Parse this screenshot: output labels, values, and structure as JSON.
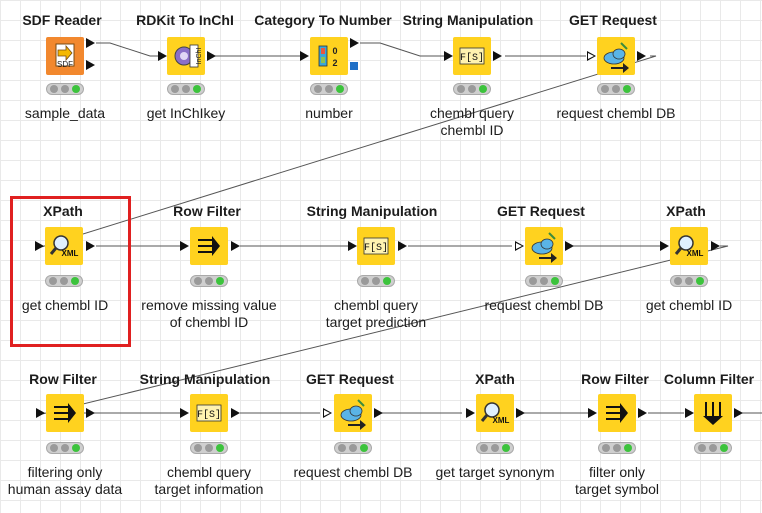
{
  "workflow": {
    "nodes": [
      {
        "id": "sdf-reader",
        "type": "SDF Reader",
        "label": [
          "sample_data"
        ],
        "icon": "sdf-reader-icon",
        "color": "#f2882e"
      },
      {
        "id": "rdkit-to-inchi",
        "type": "RDKit To InChI",
        "label": [
          "get InChIkey"
        ],
        "icon": "rdkit-inchi-icon",
        "color": "#ffd21f"
      },
      {
        "id": "category-to-number",
        "type": "Category To Number",
        "label": [
          "number"
        ],
        "icon": "category-number-icon",
        "color": "#ffd21f"
      },
      {
        "id": "string-manipulation-1",
        "type": "String Manipulation",
        "label": [
          "chembl query",
          "chembl ID"
        ],
        "icon": "string-manipulation-icon",
        "color": "#ffd21f"
      },
      {
        "id": "get-request-1",
        "type": "GET Request",
        "label": [
          "request chembl DB"
        ],
        "icon": "get-request-icon",
        "color": "#ffd21f"
      },
      {
        "id": "xpath-1",
        "type": "XPath",
        "label": [
          "get chembl ID"
        ],
        "icon": "xpath-icon",
        "color": "#ffd21f"
      },
      {
        "id": "row-filter-1",
        "type": "Row Filter",
        "label": [
          "remove missing value",
          "of  chembl ID"
        ],
        "icon": "row-filter-icon",
        "color": "#ffd21f"
      },
      {
        "id": "string-manipulation-2",
        "type": "String Manipulation",
        "label": [
          "chembl query",
          "target prediction"
        ],
        "icon": "string-manipulation-icon",
        "color": "#ffd21f"
      },
      {
        "id": "get-request-2",
        "type": "GET Request",
        "label": [
          "request chembl DB"
        ],
        "icon": "get-request-icon",
        "color": "#ffd21f"
      },
      {
        "id": "xpath-2",
        "type": "XPath",
        "label": [
          "get chembl ID"
        ],
        "icon": "xpath-icon",
        "color": "#ffd21f"
      },
      {
        "id": "row-filter-2",
        "type": "Row Filter",
        "label": [
          "filtering only",
          "human assay data"
        ],
        "icon": "row-filter-icon",
        "color": "#ffd21f"
      },
      {
        "id": "string-manipulation-3",
        "type": "String Manipulation",
        "label": [
          "chembl query",
          "target information"
        ],
        "icon": "string-manipulation-icon",
        "color": "#ffd21f"
      },
      {
        "id": "get-request-3",
        "type": "GET Request",
        "label": [
          "request chembl DB"
        ],
        "icon": "get-request-icon",
        "color": "#ffd21f"
      },
      {
        "id": "xpath-3",
        "type": "XPath",
        "label": [
          "get target synonym"
        ],
        "icon": "xpath-icon",
        "color": "#ffd21f"
      },
      {
        "id": "row-filter-3",
        "type": "Row Filter",
        "label": [
          "filter only",
          "target symbol"
        ],
        "icon": "row-filter-icon",
        "color": "#ffd21f"
      },
      {
        "id": "column-filter",
        "type": "Column Filter",
        "label": [],
        "icon": "column-filter-icon",
        "color": "#ffd21f"
      }
    ],
    "icon_text": {
      "sdf": "SDF",
      "inchi": "InChI",
      "xml": "XML",
      "fs": "F[S]",
      "num0": "0",
      "num2": "2"
    },
    "highlight_color": "#e02020",
    "status_ok_color": "#3cc33c"
  }
}
